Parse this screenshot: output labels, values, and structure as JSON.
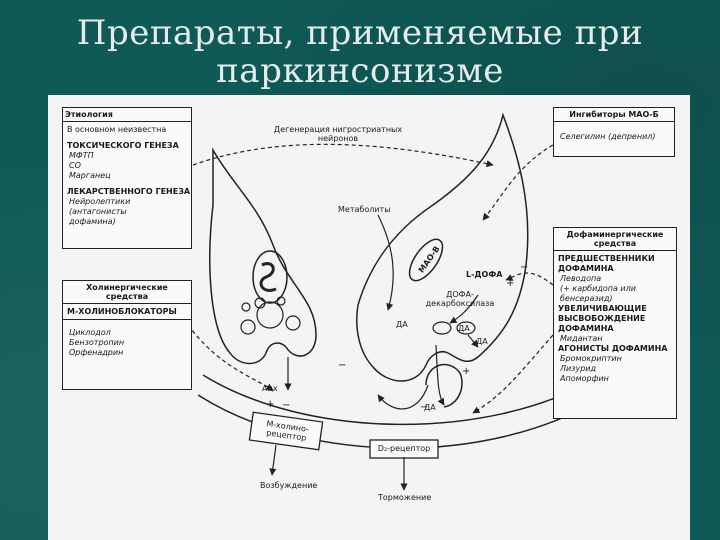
{
  "slide": {
    "title_line1": "Препараты, применяемые при",
    "title_line2": "паркинсонизме"
  },
  "etiology": {
    "header": "Этиология",
    "unknown": "В основном неизвестна",
    "toxic_title": "ТОКСИЧЕСКОГО ГЕНЕЗА",
    "toxic_items": [
      "МФТП",
      "CO",
      "Марганец"
    ],
    "drug_title": "ЛЕКАРСТВЕННОГО ГЕНЕЗА",
    "drug_items": [
      "Нейролептики",
      "(антагонисты",
      "дофамина)"
    ]
  },
  "mao": {
    "header": "Ингибиторы МАО-Б",
    "item": "Селегилин (депренил)"
  },
  "cholinergic": {
    "header_line1": "Холинергические",
    "header_line2": "средства",
    "title": "М-ХОЛИНОБЛОКАТОРЫ",
    "items": [
      "Циклодол",
      "Бензотропин",
      "Орфенадрин"
    ]
  },
  "dopaminergic": {
    "header_line1": "Дофаминергические",
    "header_line2": "средства",
    "precursors_line1": "ПРЕДШЕСТВЕННИКИ",
    "precursors_line2": "ДОФАМИНА",
    "levodopa": "Леводопа",
    "levodopa_note1": "(+ карбидопа или",
    "levodopa_note2": "бенсеразид)",
    "release_line1": "УВЕЛИЧИВАЮЩИЕ",
    "release_line2": "ВЫСВОБОЖДЕНИЕ",
    "release_line3": "ДОФАМИНА",
    "midantan": "Мидантан",
    "agonists": "АГОНИСТЫ ДОФАМИНА",
    "agonist_items": [
      "Бромокриптин",
      "Лизурид",
      "Апоморфин"
    ]
  },
  "diagram": {
    "degeneration_line1": "Дегенерация нигростриатных",
    "degeneration_line2": "нейронов",
    "metabolites": "Метаболиты",
    "mao_b": "МАО-В",
    "l_dopa": "L-ДОФА",
    "dopa_decarb_line1": "ДОФА-",
    "dopa_decarb_line2": "декарбоксилаза",
    "da": "ДА",
    "ach": "Ацх",
    "m_receptor_line1": "М-холино-",
    "m_receptor_line2": "рецептор",
    "d2_receptor": "D₂-рецептор",
    "excitation": "Возбуждение",
    "inhibition": "Торможение",
    "plus": "+",
    "minus": "−"
  }
}
